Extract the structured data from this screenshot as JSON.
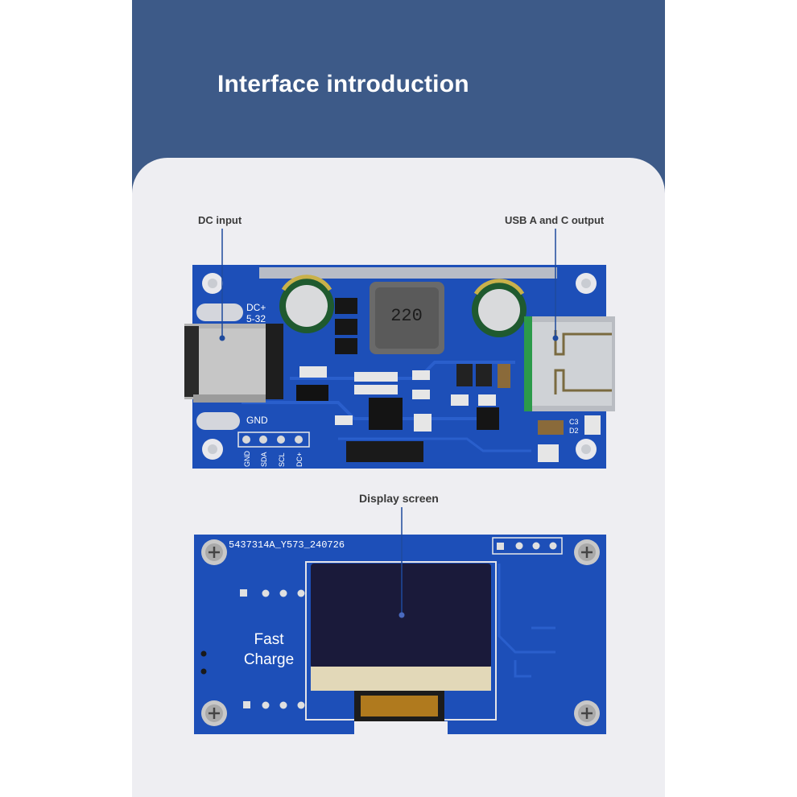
{
  "title": "Interface introduction",
  "callouts": {
    "dc_input": "DC input",
    "usb_output": "USB A and C output",
    "display": "Display screen"
  },
  "board_top": {
    "silk_dc_plus": "DC+",
    "silk_voltage": "5-32",
    "silk_gnd": "GND",
    "inductor_code": "220",
    "pins": [
      "GND",
      "SDA",
      "SCL",
      "DC+"
    ],
    "ref_c3": "C3",
    "ref_d2": "D2"
  },
  "board_bottom": {
    "serial": "5437314A_Y573_240726",
    "brand_line1": "Fast",
    "brand_line2": "Charge"
  },
  "colors": {
    "header_blue": "#3d5a88",
    "card_grey": "#eeeef2",
    "pcb_blue": "#1d4fb8",
    "oled_dark": "#1a1a3a"
  }
}
